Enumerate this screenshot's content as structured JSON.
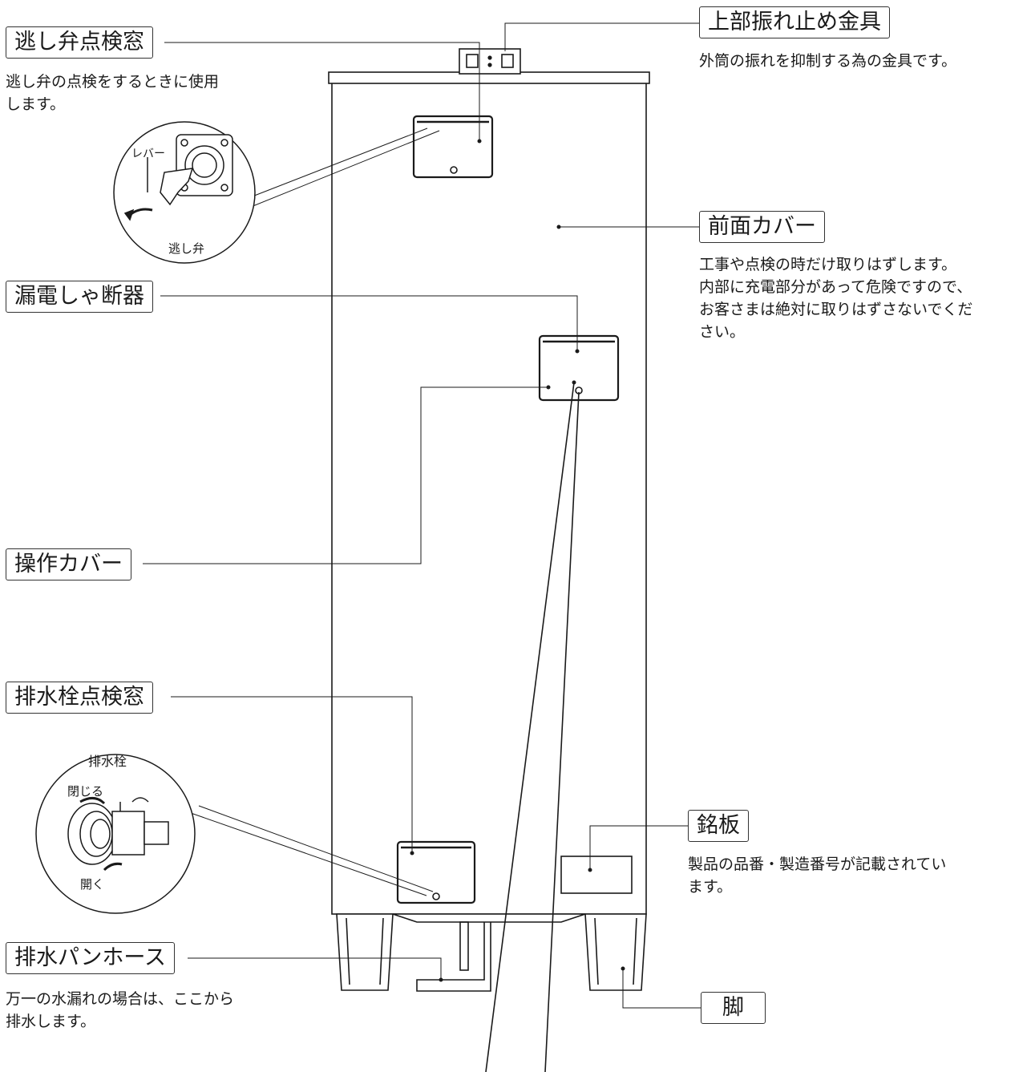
{
  "labels": {
    "relief_window": "逃し弁点検窓",
    "relief_window_desc": "逃し弁の点検をするときに使用\nします。",
    "top_bracket": "上部振れ止め金具",
    "top_bracket_desc": "外筒の振れを抑制する為の金具です。",
    "front_cover": "前面カバー",
    "front_cover_desc": "工事や点検の時だけ取りはずします。\n内部に充電部分があって危険ですので、\nお客さまは絶対に取りはずさないでくだ\nさい。",
    "breaker": "漏電しゃ断器",
    "control_cover": "操作カバー",
    "drain_window": "排水栓点検窓",
    "nameplate": "銘板",
    "nameplate_desc": "製品の品番・製造番号が記載されてい\nます。",
    "drain_hose": "排水パンホース",
    "drain_hose_desc": "万一の水漏れの場合は、ここから\n排水します。",
    "leg": "脚"
  },
  "insets": {
    "relief_valve": {
      "lever_label": "レバー",
      "valve_label": "逃し弁"
    },
    "drain_plug": {
      "title": "排水栓",
      "close_label": "閉じる",
      "open_label": "開く"
    }
  },
  "colors": {
    "line": "#1a1a1a",
    "frame": "#333333",
    "background": "#ffffff"
  }
}
